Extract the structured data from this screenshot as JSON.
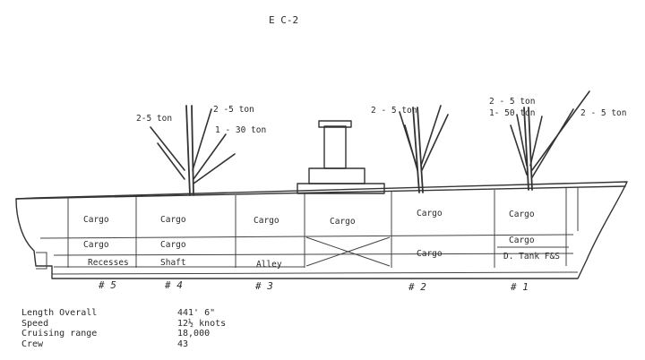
{
  "title": "E C-2",
  "booms": {
    "aft_mast": {
      "left": "2-5 ton",
      "right_top": "2 -5 ton",
      "right_bottom": "1 - 30 ton"
    },
    "foremast_aft": {
      "label": "2 - 5 ton"
    },
    "foremast": {
      "top": "2 - 5 ton",
      "middle": "1- 50 ton",
      "right": "2 - 5 ton"
    }
  },
  "compartments": {
    "hold5": {
      "upper": "Cargo",
      "lower": "Cargo",
      "bottom": "Recesses"
    },
    "hold4": {
      "upper": "Cargo",
      "lower": "Cargo",
      "bottom": "Shaft"
    },
    "hold3": {
      "upper": "Cargo",
      "bottom": "Alley"
    },
    "engine": {
      "upper": "Cargo"
    },
    "hold2": {
      "upper": "Cargo",
      "lower": "Cargo"
    },
    "hold1": {
      "upper": "Cargo",
      "lower": "Cargo",
      "bottom": "D. Tank F&S"
    }
  },
  "hold_numbers": [
    "# 5",
    "# 4",
    "# 3",
    "# 2",
    "# 1"
  ],
  "specs": [
    {
      "label": "Length Overall",
      "value": "441' 6\""
    },
    {
      "label": "Speed",
      "value": "12½ knots"
    },
    {
      "label": "Cruising range",
      "value": "18,000"
    },
    {
      "label": "Crew",
      "value": "43"
    }
  ]
}
